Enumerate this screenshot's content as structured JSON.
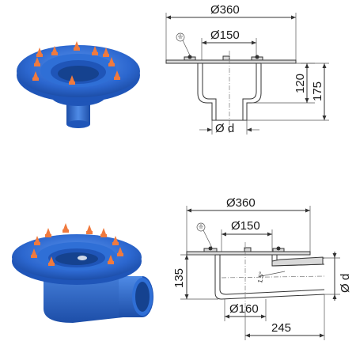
{
  "drawing_top": {
    "outer_diameter": "Ø360",
    "inner_diameter": "Ø150",
    "height_inner": "120",
    "height_total": "175",
    "outlet": "Ø d"
  },
  "drawing_bottom": {
    "outer_diameter": "Ø360",
    "inner_diameter": "Ø150",
    "height": "135",
    "slope": "1.5°",
    "outlet": "Ø d",
    "base_diameter": "Ø160",
    "length": "245"
  },
  "colors": {
    "product_blue": "#2f6fd6",
    "bolt_orange": "#f07a3e"
  }
}
